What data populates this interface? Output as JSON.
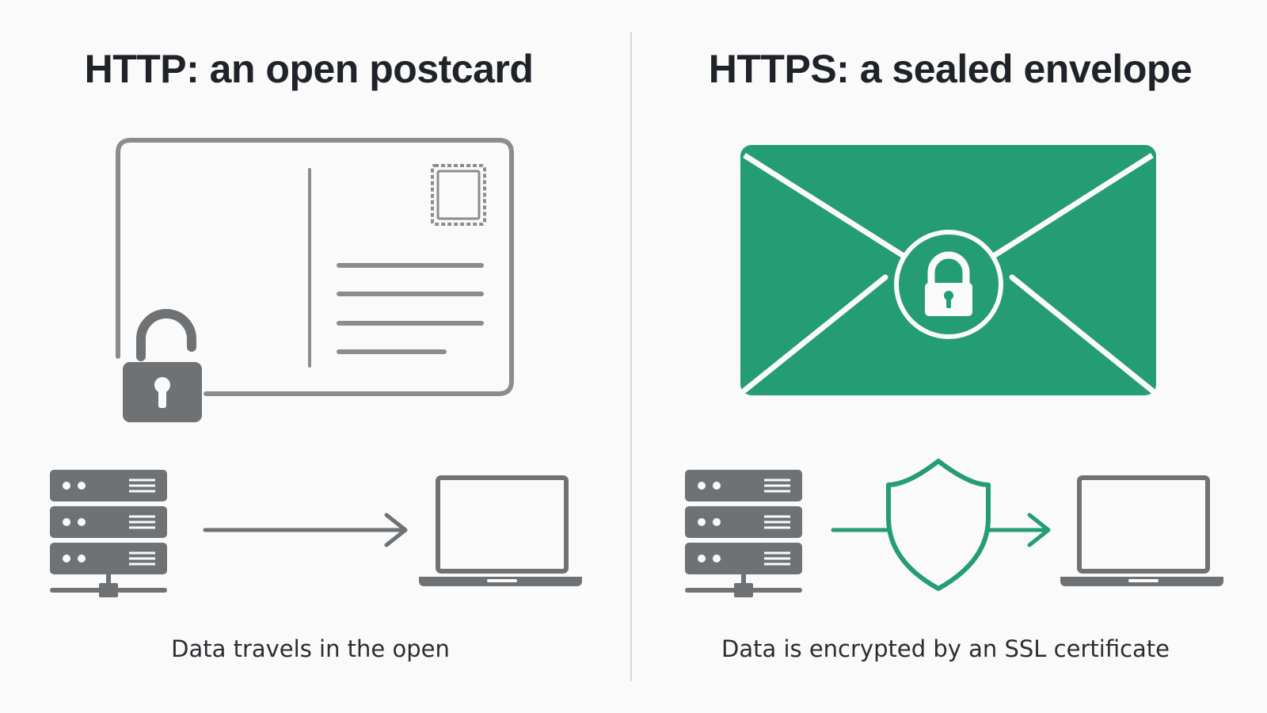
{
  "panels": {
    "http": {
      "title": "HTTP: an open postcard",
      "caption": "Data travels in the open"
    },
    "https": {
      "title": "HTTPS: a sealed envelope",
      "caption": "Data is encrypted by an SSL certificate"
    }
  },
  "icons": {
    "http": [
      "postcard-icon",
      "postage-stamp-icon",
      "unlocked-padlock-icon",
      "server-rack-icon",
      "arrow-right-icon",
      "laptop-icon"
    ],
    "https": [
      "envelope-icon",
      "locked-padlock-icon",
      "server-rack-icon",
      "shield-icon",
      "arrow-right-icon",
      "laptop-icon"
    ]
  },
  "colors": {
    "background": "#fafafa",
    "heading_text": "#1f2329",
    "neutral_gray": "#6f7275",
    "outline_gray": "#8a8c8e",
    "secure_green": "#249c74",
    "divider": "#d9d9d9"
  }
}
